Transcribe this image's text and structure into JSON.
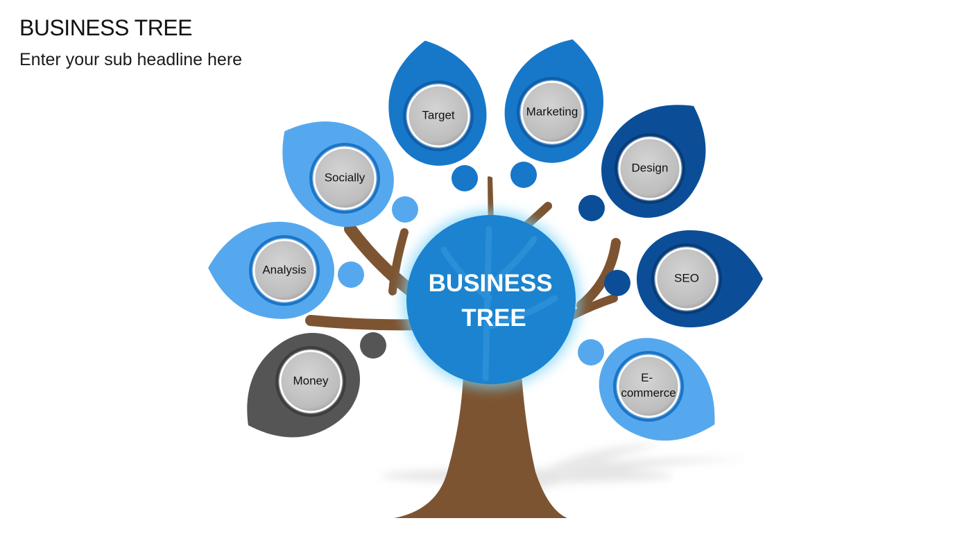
{
  "slide": {
    "title": "BUSINESS TREE",
    "subtitle": "Enter your sub headline here"
  },
  "center": {
    "line1": "BUSINESS",
    "line2": "TREE"
  },
  "leaves": [
    {
      "id": "target",
      "label": "Target",
      "color": "#1777C9"
    },
    {
      "id": "marketing",
      "label": "Marketing",
      "color": "#1777C9"
    },
    {
      "id": "socially",
      "label": "Socially",
      "color": "#56A8EE"
    },
    {
      "id": "design",
      "label": "Design",
      "color": "#0B4E97"
    },
    {
      "id": "analysis",
      "label": "Analysis",
      "color": "#56A8EE"
    },
    {
      "id": "seo",
      "label": "SEO",
      "color": "#0B4E97"
    },
    {
      "id": "money",
      "label": "Money",
      "color": "#555555"
    },
    {
      "id": "ecommerce",
      "label_line1": "E-",
      "label_line2": "commerce",
      "color": "#56A8EE"
    }
  ],
  "colors": {
    "trunk": "#7D5431",
    "center_circle": "#1B83CF",
    "center_glow": "#7FD4F8",
    "inner_disc": "#C4C4C4",
    "shadow": "#D5D5D5"
  }
}
